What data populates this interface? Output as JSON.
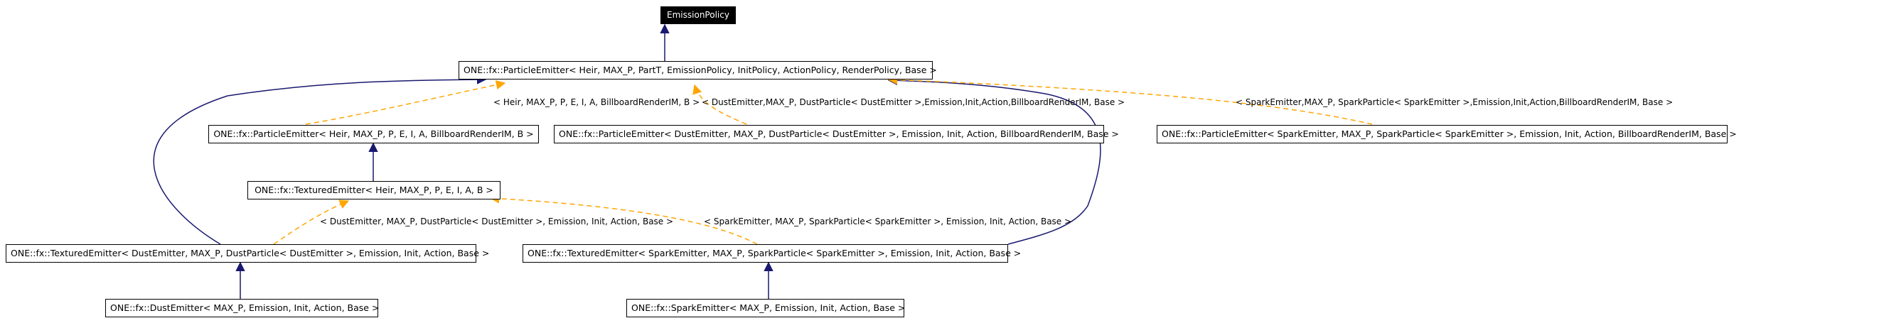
{
  "nodes": {
    "emission_policy": "EmissionPolicy",
    "particle_emitter": "ONE::fx::ParticleEmitter< Heir, MAX_P, PartT, EmissionPolicy, InitPolicy, ActionPolicy, RenderPolicy, Base >",
    "pe_billboard": "ONE::fx::ParticleEmitter< Heir, MAX_P, P, E, I, A, BillboardRenderIM, B >",
    "pe_dust": "ONE::fx::ParticleEmitter< DustEmitter, MAX_P, DustParticle< DustEmitter >, Emission, Init, Action, BillboardRenderIM, Base >",
    "pe_spark": "ONE::fx::ParticleEmitter< SparkEmitter, MAX_P, SparkParticle< SparkEmitter >, Emission, Init, Action, BillboardRenderIM, Base >",
    "textured_emitter": "ONE::fx::TexturedEmitter< Heir, MAX_P, P, E, I, A, B >",
    "te_dust": "ONE::fx::TexturedEmitter< DustEmitter, MAX_P, DustParticle< DustEmitter >, Emission, Init, Action, Base >",
    "te_spark": "ONE::fx::TexturedEmitter< SparkEmitter, MAX_P, SparkParticle< SparkEmitter >, Emission, Init, Action, Base >",
    "dust_emitter": "ONE::fx::DustEmitter< MAX_P, Emission, Init, Action, Base >",
    "spark_emitter": "ONE::fx::SparkEmitter< MAX_P, Emission, Init, Action, Base >"
  },
  "edge_labels": {
    "billboard_template": "< Heir, MAX_P, P, E, I, A, BillboardRenderIM, B >",
    "dust_pe_template": "< DustEmitter,MAX_P, DustParticle< DustEmitter >,Emission,Init,Action,BillboardRenderIM, Base >",
    "spark_pe_template": "< SparkEmitter,MAX_P, SparkParticle< SparkEmitter >,Emission,Init,Action,BillboardRenderIM, Base >",
    "dust_te_template": "< DustEmitter, MAX_P, DustParticle< DustEmitter >, Emission, Init, Action, Base >",
    "spark_te_template": "< SparkEmitter, MAX_P, SparkParticle< SparkEmitter >, Emission, Init, Action, Base >"
  },
  "colors": {
    "inheritance_edge": "#191970",
    "template_edge": "#FFA500",
    "node_border": "#000000",
    "root_fill": "#000000"
  }
}
